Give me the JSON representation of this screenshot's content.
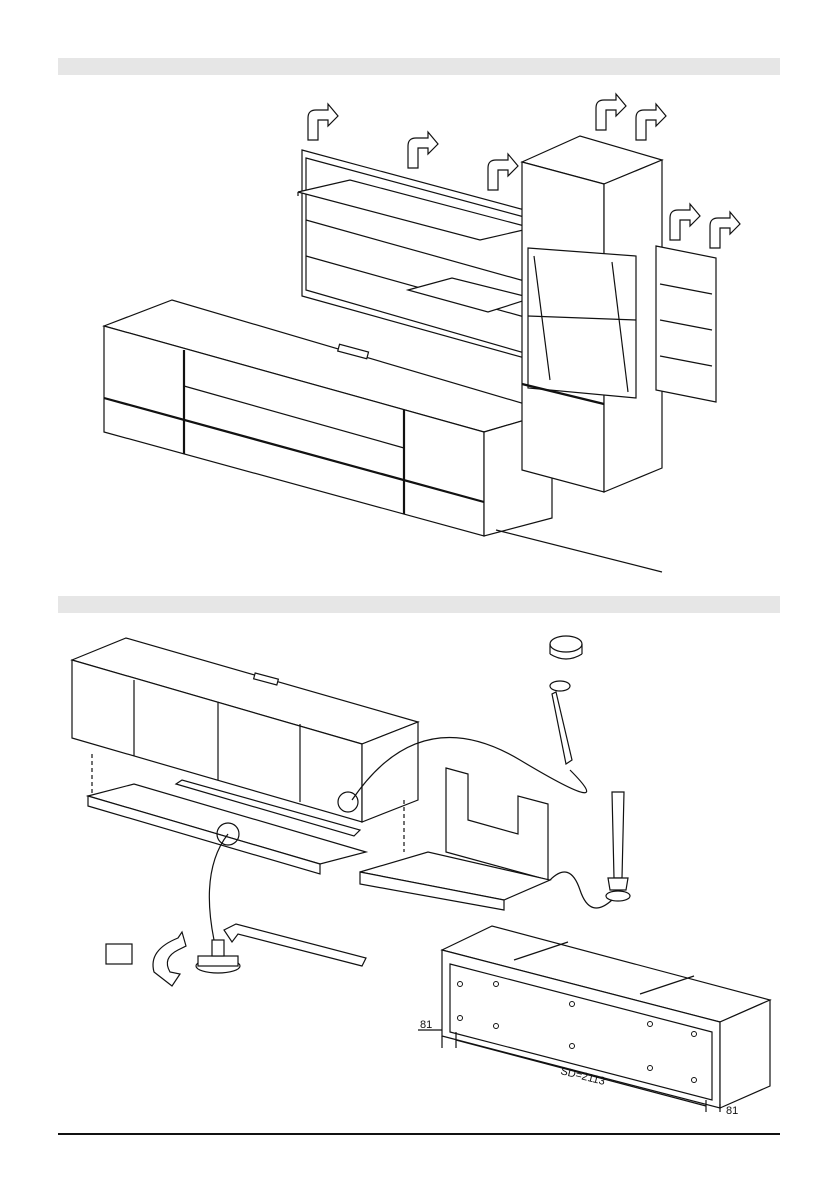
{
  "steps": [
    {
      "id": "step-1",
      "description": ""
    },
    {
      "id": "step-2",
      "description": ""
    }
  ],
  "dimensions": {
    "left_offset": "81",
    "right_offset": "81",
    "span": "SD=2113"
  },
  "icons": [
    "rotate-arrow-icon",
    "wall-plug-icon",
    "screw-icon",
    "allen-key-icon",
    "adjustable-foot-icon"
  ]
}
